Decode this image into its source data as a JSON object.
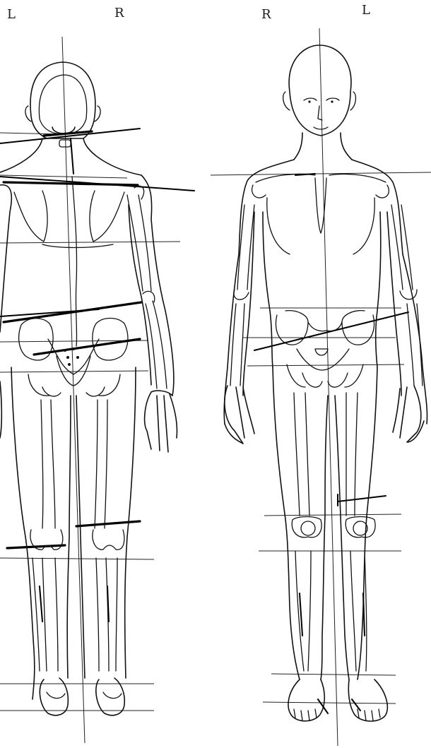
{
  "labels": {
    "back_left": "L",
    "back_right": "R",
    "front_right": "R",
    "front_left": "L"
  }
}
